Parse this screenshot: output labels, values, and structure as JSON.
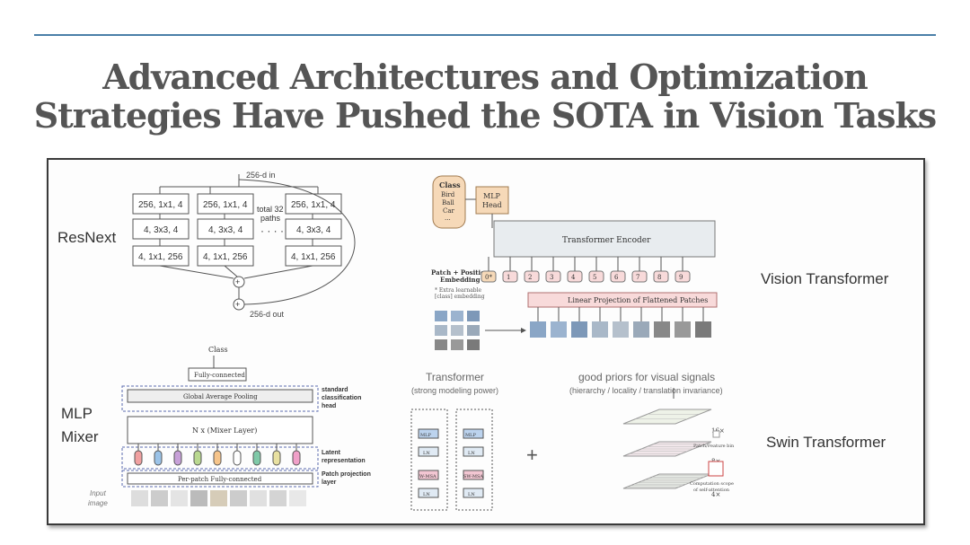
{
  "slide": {
    "title_line1": "Advanced Architectures and Optimization",
    "title_line2": "Strategies Have Pushed the SOTA in Vision Tasks"
  },
  "labels": {
    "resnext": "ResNext",
    "vit": "Vision Transformer",
    "mlp_mixer_1": "MLP",
    "mlp_mixer_2": "Mixer",
    "swin": "Swin Transformer"
  },
  "resnext": {
    "in": "256-d in",
    "out": "256-d out",
    "row1": "256, 1x1, 4",
    "row2": "4, 3x3, 4",
    "row3": "4, 1x1, 256",
    "paths_1": "total 32",
    "paths_2": "paths",
    "dots": "· · · ·",
    "plus": "+"
  },
  "vit": {
    "class": "Class",
    "bird": "Bird",
    "ball": "Ball",
    "car": "Car",
    "more": "...",
    "mlp_head_1": "MLP",
    "mlp_head_2": "Head",
    "encoder": "Transformer Encoder",
    "embed_1": "Patch + Position",
    "embed_2": "Embedding",
    "note_1": "* Extra learnable",
    "note_2": "[class] embedding",
    "projection": "Linear Projection of Flattened Patches",
    "tokens": [
      "0*",
      "1",
      "2",
      "3",
      "4",
      "5",
      "6",
      "7",
      "8",
      "9"
    ]
  },
  "mixer": {
    "class": "Class",
    "fc": "Fully-connected",
    "gap": "Global Average Pooling",
    "layers": "N x (Mixer Layer)",
    "perpatch": "Per-patch Fully-connected",
    "head_1": "standard",
    "head_2": "classification",
    "head_3": "head",
    "latent_1": "Latent",
    "latent_2": "representation",
    "proj_1": "Patch projection",
    "proj_2": "layer",
    "input_1": "Input",
    "input_2": "image"
  },
  "swin": {
    "transformer": "Transformer",
    "strong": "(strong modeling power)",
    "priors": "good priors for visual signals",
    "priors_sub": "(hierarchy / locality / translation invariance)",
    "plus": "+",
    "mlp": "MLP",
    "ln": "LN",
    "wmsa": "W-MSA",
    "swmsa": "SW-MSA",
    "s16": "16×",
    "s8": "8×",
    "s4": "4×",
    "legend_bin": "Patch/Feature bin",
    "legend_scope_1": "Computation scope",
    "legend_scope_2": "of self-attention"
  }
}
